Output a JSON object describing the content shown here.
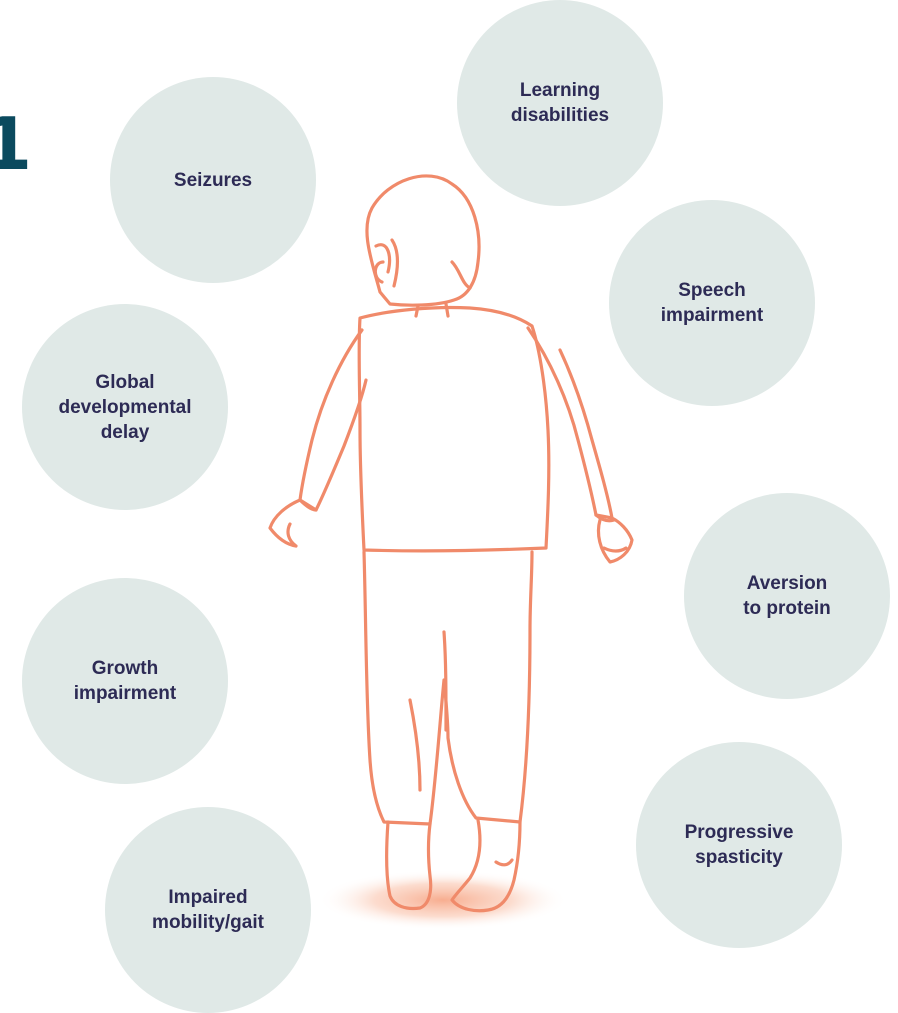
{
  "edge_glyph": "1",
  "colors": {
    "bubble_fill": "#e0e9e7",
    "label_text": "#2d2b55",
    "figure_stroke": "#f08a6a",
    "glow": "#f7a98a",
    "edge_glyph": "#0b4a5e"
  },
  "symptoms": [
    {
      "id": "seizures",
      "label": "Seizures"
    },
    {
      "id": "learning",
      "label": "Learning\ndisabilities"
    },
    {
      "id": "speech",
      "label": "Speech\nimpairment"
    },
    {
      "id": "global",
      "label": "Global\ndevelopmental\ndelay"
    },
    {
      "id": "aversion",
      "label": "Aversion\nto protein"
    },
    {
      "id": "growth",
      "label": "Growth\nimpairment"
    },
    {
      "id": "progressive",
      "label": "Progressive\nspasticity"
    },
    {
      "id": "impaired",
      "label": "Impaired\nmobility/gait"
    }
  ],
  "figure": {
    "icon": "child-walking-illustration"
  }
}
